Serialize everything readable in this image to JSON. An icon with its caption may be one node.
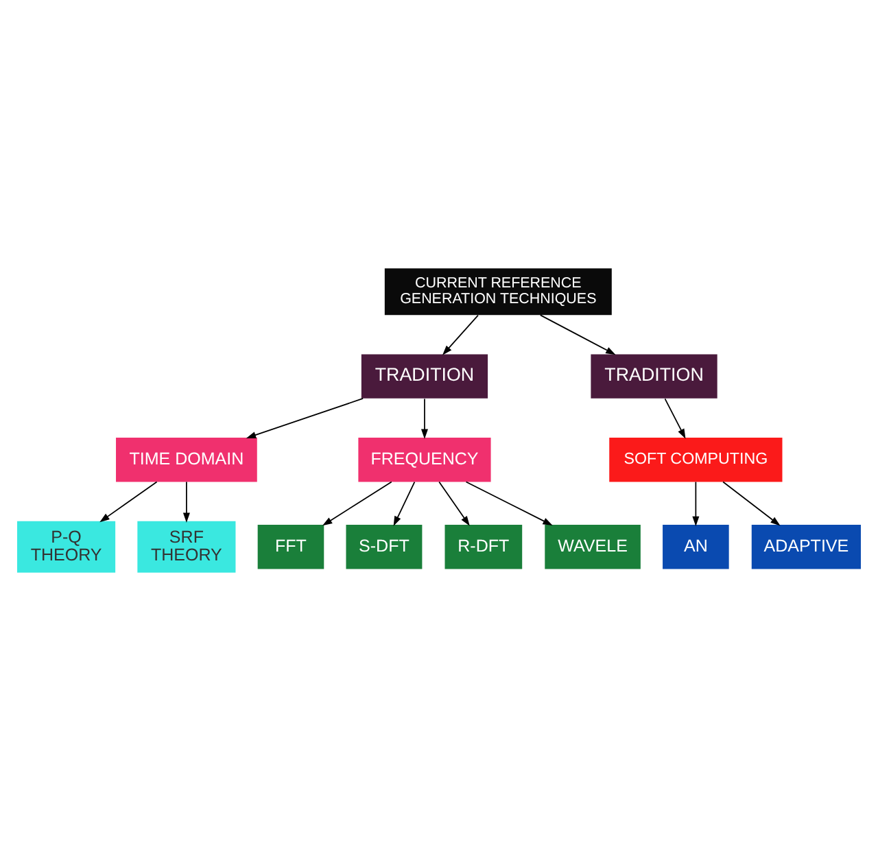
{
  "diagram": {
    "nodes": [
      {
        "text": [
          "CURRENT REFERENCE GENERATION TECHNIQUES"
        ]
      },
      {
        "text": [
          "TRADITION"
        ]
      },
      {
        "text": [
          "TRADITION"
        ]
      },
      {
        "text": [
          "TIME DOMAIN"
        ]
      },
      {
        "text": [
          "FREQUENCY"
        ]
      },
      {
        "text": [
          "SOFT COMPUTING"
        ]
      },
      {
        "text": [
          "P-Q THEORY"
        ]
      },
      {
        "text": [
          "SRF THEORY"
        ]
      },
      {
        "text": [
          "FFT"
        ]
      },
      {
        "text": [
          "S-DFT"
        ]
      },
      {
        "text": [
          "R-DFT"
        ]
      },
      {
        "text": [
          "WAVELE"
        ]
      },
      {
        "text": [
          "AN"
        ]
      },
      {
        "text": [
          "ADAPTIVE"
        ]
      }
    ],
    "edges": [
      {
        "from": 0,
        "to": 1,
        "arrow": "to"
      },
      {
        "from": 0,
        "to": 2,
        "arrow": "to"
      },
      {
        "from": 1,
        "to": 3,
        "arrow": "to"
      },
      {
        "from": 1,
        "to": 4,
        "arrow": "to"
      },
      {
        "from": 2,
        "to": 5,
        "arrow": "to"
      },
      {
        "from": 3,
        "to": 6,
        "arrow": "to"
      },
      {
        "from": 3,
        "to": 7,
        "arrow": "to"
      },
      {
        "from": 4,
        "to": 8,
        "arrow": "to"
      },
      {
        "from": 4,
        "to": 9,
        "arrow": "to"
      },
      {
        "from": 4,
        "to": 10,
        "arrow": "to"
      },
      {
        "from": 4,
        "to": 11,
        "arrow": "to"
      },
      {
        "from": 5,
        "to": 12,
        "arrow": "to"
      },
      {
        "from": 5,
        "to": 13,
        "arrow": "to"
      }
    ]
  }
}
